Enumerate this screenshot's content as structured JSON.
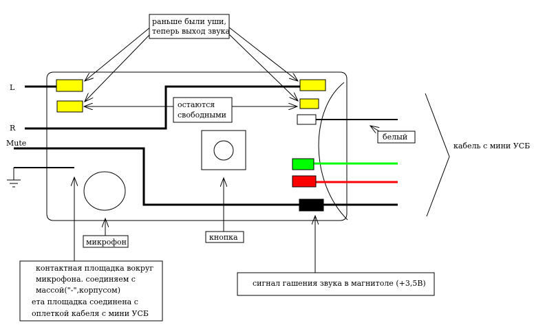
{
  "labels": {
    "L": "L",
    "R": "R",
    "mute": "Mute",
    "ears_line1": "раньше были уши,",
    "ears_line2": "теперь выход звука",
    "free_line1": "остаются",
    "free_line2": "свободными",
    "white": "белый",
    "cable": "кабель с мини УСБ",
    "mic": "микрофон",
    "button": "кнопка",
    "pad_line1": "контактная площадка вокруг",
    "pad_line2": "микрофона. соединяем с",
    "pad_line3": "массой(\"-\",корпусом)",
    "pad_line4": "ета площадка соединена с",
    "pad_line5": "оплеткой кабеля с мини УСБ",
    "mute_signal": "сигнал гашения звука в магнитоле (+3,5В)"
  },
  "colors": {
    "yellow_pad": "#ffff00",
    "green_wire": "#00ff00",
    "red_wire": "#ff0000",
    "black": "#000000"
  }
}
